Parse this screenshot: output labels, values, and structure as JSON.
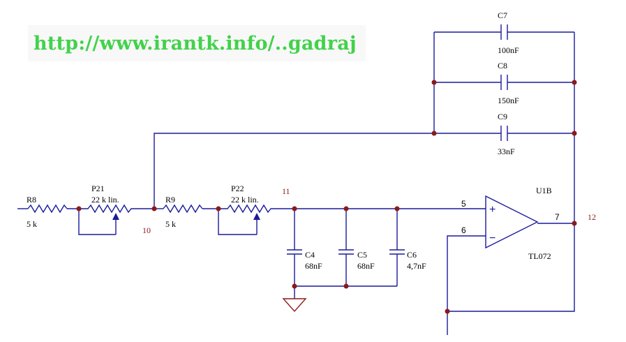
{
  "banner": {
    "url": "http://www.irantk.info/..gadraj"
  },
  "components": {
    "r8": {
      "ref": "R8",
      "value": "5 k"
    },
    "p21": {
      "ref": "P21",
      "value": "22 k lin."
    },
    "r9": {
      "ref": "R9",
      "value": "5 k"
    },
    "p22": {
      "ref": "P22",
      "value": "22 k lin."
    },
    "c4": {
      "ref": "C4",
      "value": "68nF"
    },
    "c5": {
      "ref": "C5",
      "value": "68nF"
    },
    "c6": {
      "ref": "C6",
      "value": "4,7nF"
    },
    "c7": {
      "ref": "C7",
      "value": "100nF"
    },
    "c8": {
      "ref": "C8",
      "value": "150nF"
    },
    "c9": {
      "ref": "C9",
      "value": "33nF"
    },
    "u1b": {
      "ref": "U1B",
      "value": "TL072",
      "plus": "+",
      "minus": "−"
    }
  },
  "nets": {
    "n10": "10",
    "n11": "11",
    "n12": "12"
  },
  "pins": {
    "p5": "5",
    "p6": "6",
    "p7": "7"
  },
  "colors": {
    "wire": "#1a1a9a",
    "junction": "#8b1a1a",
    "ground": "#8b1a1a",
    "banner_text": "#42d24a"
  }
}
